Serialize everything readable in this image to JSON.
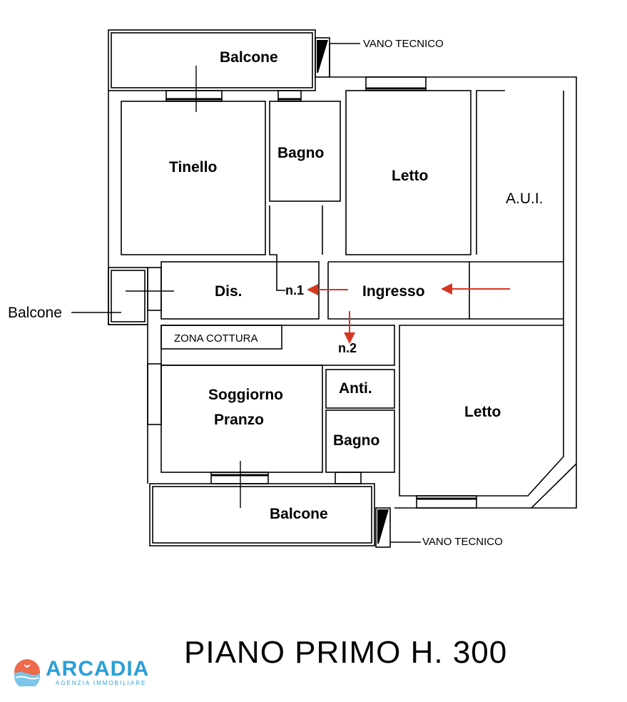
{
  "rooms": {
    "balcone_top": "Balcone",
    "vano_tecnico_top": "VANO TECNICO",
    "tinello": "Tinello",
    "bagno_top": "Bagno",
    "letto_top": "Letto",
    "aui": "A.U.I.",
    "balcone_left": "Balcone",
    "dis": "Dis.",
    "n1": "n.1",
    "ingresso": "Ingresso",
    "zona_cottura": "ZONA COTTURA",
    "n2": "n.2",
    "soggiorno": "Soggiorno",
    "pranzo": "Pranzo",
    "anti": "Anti.",
    "bagno_bottom": "Bagno",
    "letto_bottom": "Letto",
    "balcone_bottom": "Balcone",
    "vano_tecnico_bottom": "VANO TECNICO"
  },
  "title": "PIANO PRIMO  H. 300",
  "logo": {
    "name": "ARCADIA",
    "subtitle": "AGENZIA IMMOBILIARE"
  },
  "colors": {
    "arrow": "#d6361f",
    "brand_blue": "#2a9fd8",
    "brand_orange": "#ee6a4a"
  }
}
